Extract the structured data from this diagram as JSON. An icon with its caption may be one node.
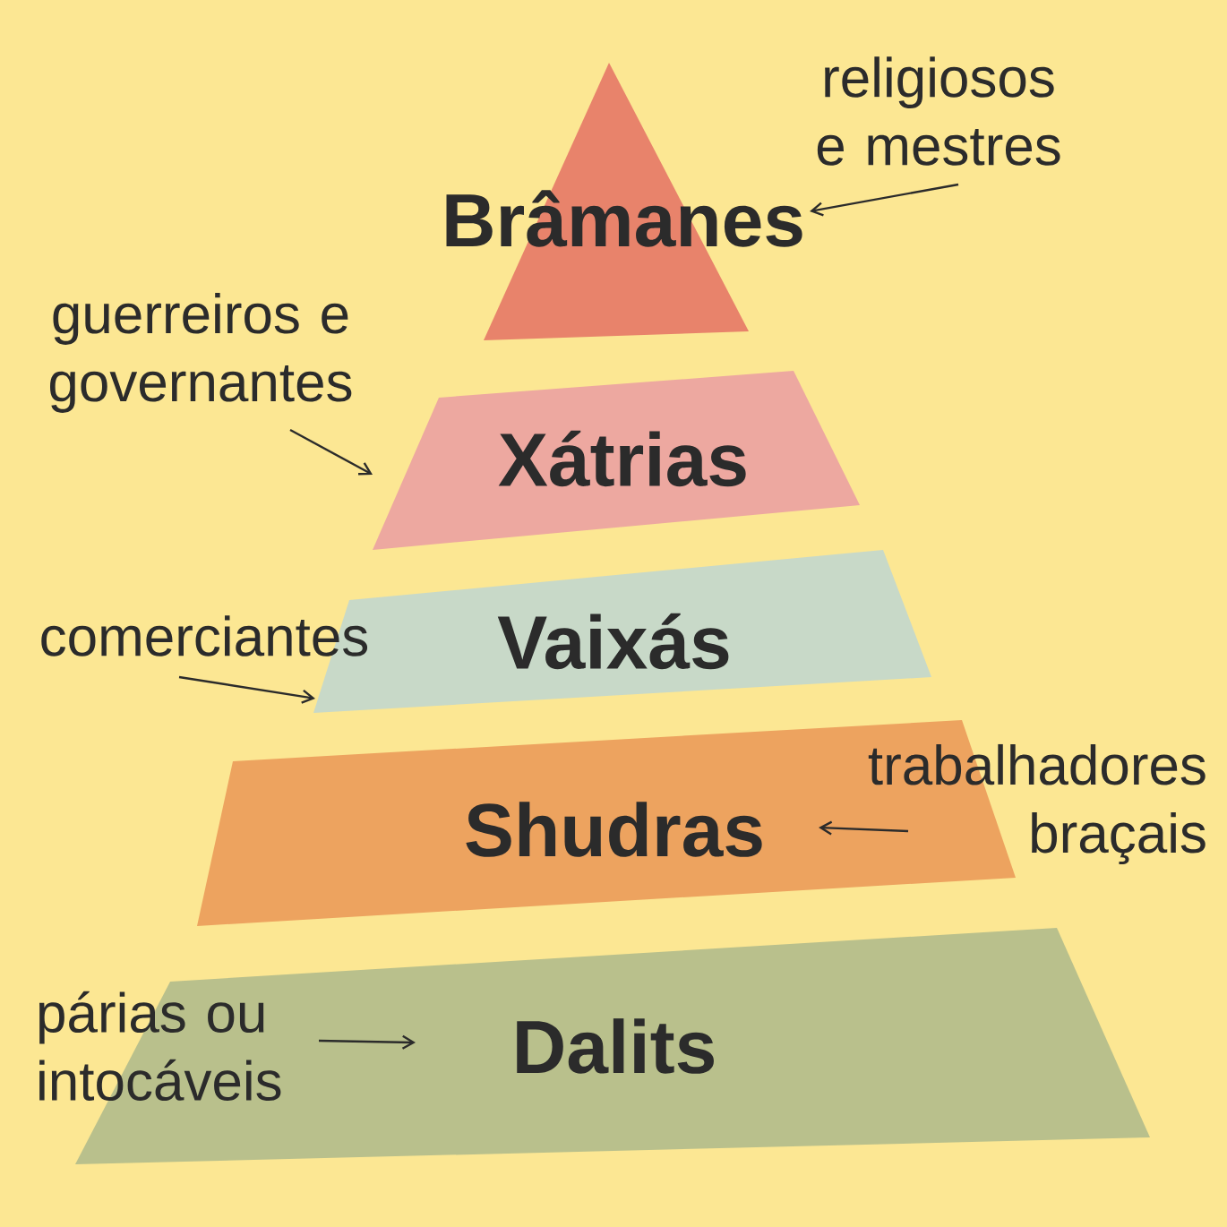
{
  "diagram": {
    "nodes": [
      {
        "text": [
          "Brâmanes"
        ]
      },
      {
        "text": [
          "religiosos e mestres"
        ]
      },
      {
        "text": [
          "guerreiros e governantes"
        ]
      },
      {
        "text": [
          "Xátrias"
        ]
      },
      {
        "text": [
          "comerciantes"
        ]
      },
      {
        "text": [
          "Vaixás"
        ]
      },
      {
        "text": [
          "trabalhadores braçais"
        ]
      },
      {
        "text": [
          "Shudras"
        ]
      },
      {
        "text": [
          "párias ou intocáveis"
        ]
      },
      {
        "text": [
          "Dalits"
        ]
      }
    ],
    "edges": [
      {
        "from": 1,
        "to": 0,
        "arrow": "to"
      },
      {
        "from": 2,
        "to": 3,
        "arrow": "to"
      },
      {
        "from": 4,
        "to": 5,
        "arrow": "to"
      },
      {
        "from": 6,
        "to": 7,
        "arrow": "to"
      },
      {
        "from": 8,
        "to": 9,
        "arrow": "to"
      }
    ]
  }
}
